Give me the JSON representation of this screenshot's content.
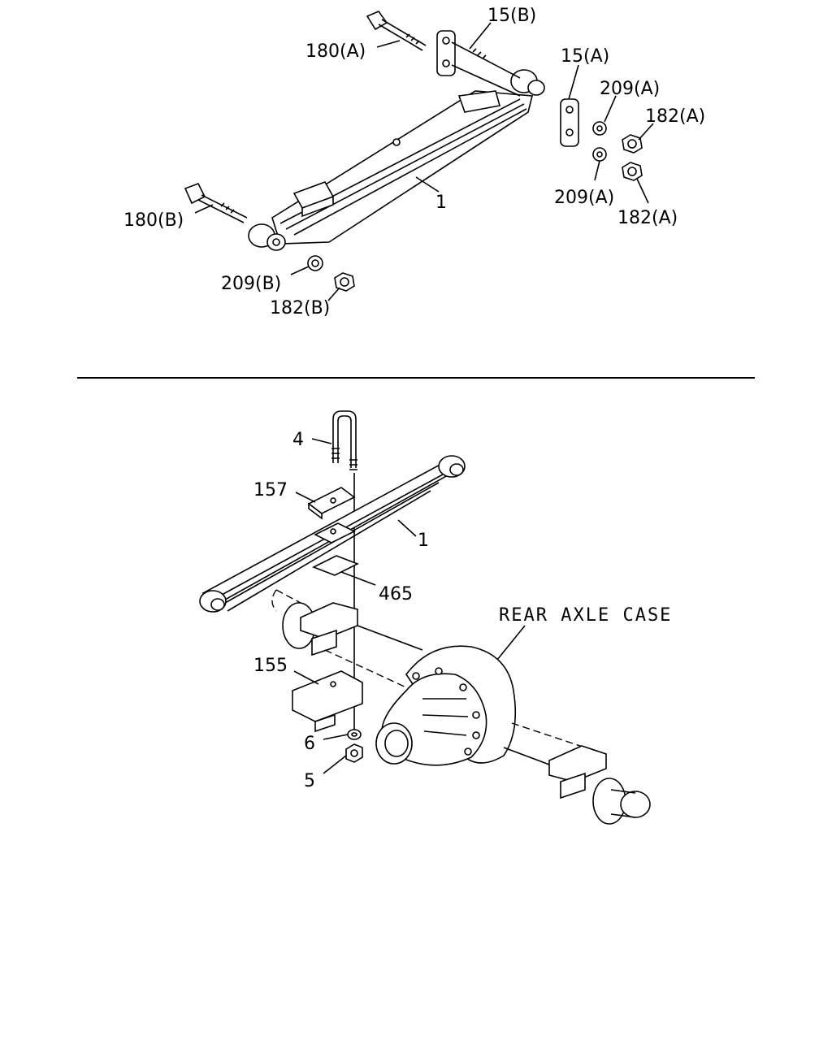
{
  "upper_diagram": {
    "callouts": {
      "c15b": "15(B)",
      "c180a": "180(A)",
      "c15a": "15(A)",
      "c209a_top": "209(A)",
      "c182a_top": "182(A)",
      "c1": "1",
      "c209a_bottom": "209(A)",
      "c182a_bottom": "182(A)",
      "c180b": "180(B)",
      "c209b": "209(B)",
      "c182b": "182(B)"
    }
  },
  "lower_diagram": {
    "callouts": {
      "c4": "4",
      "c157": "157",
      "c1": "1",
      "c465": "465",
      "c155": "155",
      "c6": "6",
      "c5": "5"
    },
    "assembly_label": "REAR AXLE CASE"
  }
}
